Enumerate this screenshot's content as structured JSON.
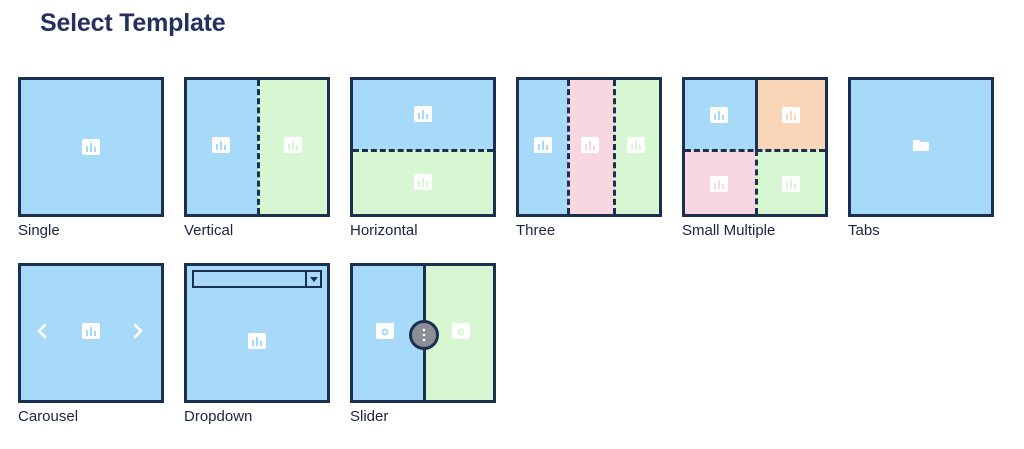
{
  "page": {
    "title": "Select Template"
  },
  "colors": {
    "blue": "#a7d9f9",
    "green": "#d6f7d2",
    "pink": "#f9d7e2",
    "orange": "#f9d6b8",
    "border": "#1b3050",
    "title": "#24305e"
  },
  "templates": [
    {
      "label": "Single"
    },
    {
      "label": "Vertical"
    },
    {
      "label": "Horizontal"
    },
    {
      "label": "Three"
    },
    {
      "label": "Small Multiple"
    },
    {
      "label": "Tabs"
    },
    {
      "label": "Carousel"
    },
    {
      "label": "Dropdown"
    },
    {
      "label": "Slider"
    }
  ]
}
